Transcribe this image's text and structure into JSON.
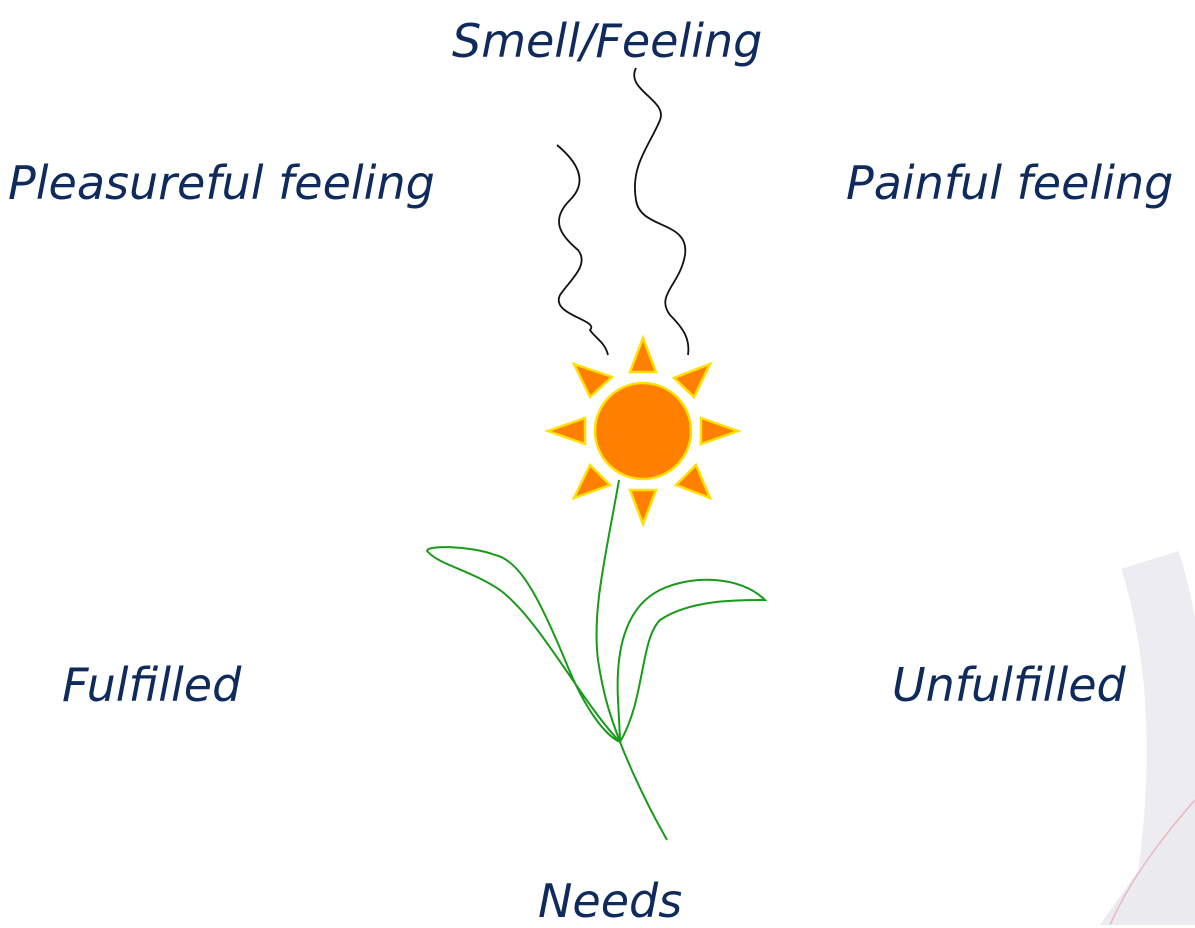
{
  "labels": {
    "top": "Smell/Feeling",
    "top_left": "Pleasureful feeling",
    "top_right": "Painful feeling",
    "middle_left": "Fulfilled",
    "middle_right": "Unfulfilled",
    "bottom": "Needs"
  },
  "colors": {
    "text": "#0f2a5c",
    "sun_fill": "#ff7f00",
    "sun_stroke": "#ffe000",
    "stem": "#1a9a1a",
    "scent": "#111111"
  }
}
